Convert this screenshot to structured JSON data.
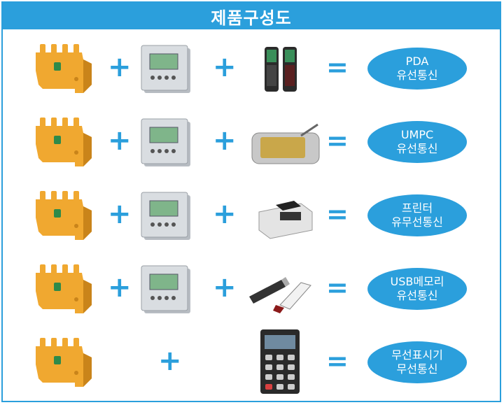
{
  "title": "제품구성도",
  "operators": {
    "plus": "+",
    "equals": "="
  },
  "colors": {
    "accent": "#2b9fdc",
    "module": "#f0a830",
    "module_dark": "#c9841a"
  },
  "rows": [
    {
      "device_icon": "pda-devices-icon",
      "label_line1": "PDA",
      "label_line2": "유선통신"
    },
    {
      "device_icon": "umpc-device-icon",
      "label_line1": "UMPC",
      "label_line2": "유선통신"
    },
    {
      "device_icon": "printer-icon",
      "label_line1": "프린터",
      "label_line2": "유무선통신"
    },
    {
      "device_icon": "usb-memory-icon",
      "label_line1": "USB메모리",
      "label_line2": "유선통신"
    },
    {
      "device_icon": "wireless-display-icon",
      "label_line1": "무선표시기",
      "label_line2": "무선통신"
    }
  ]
}
